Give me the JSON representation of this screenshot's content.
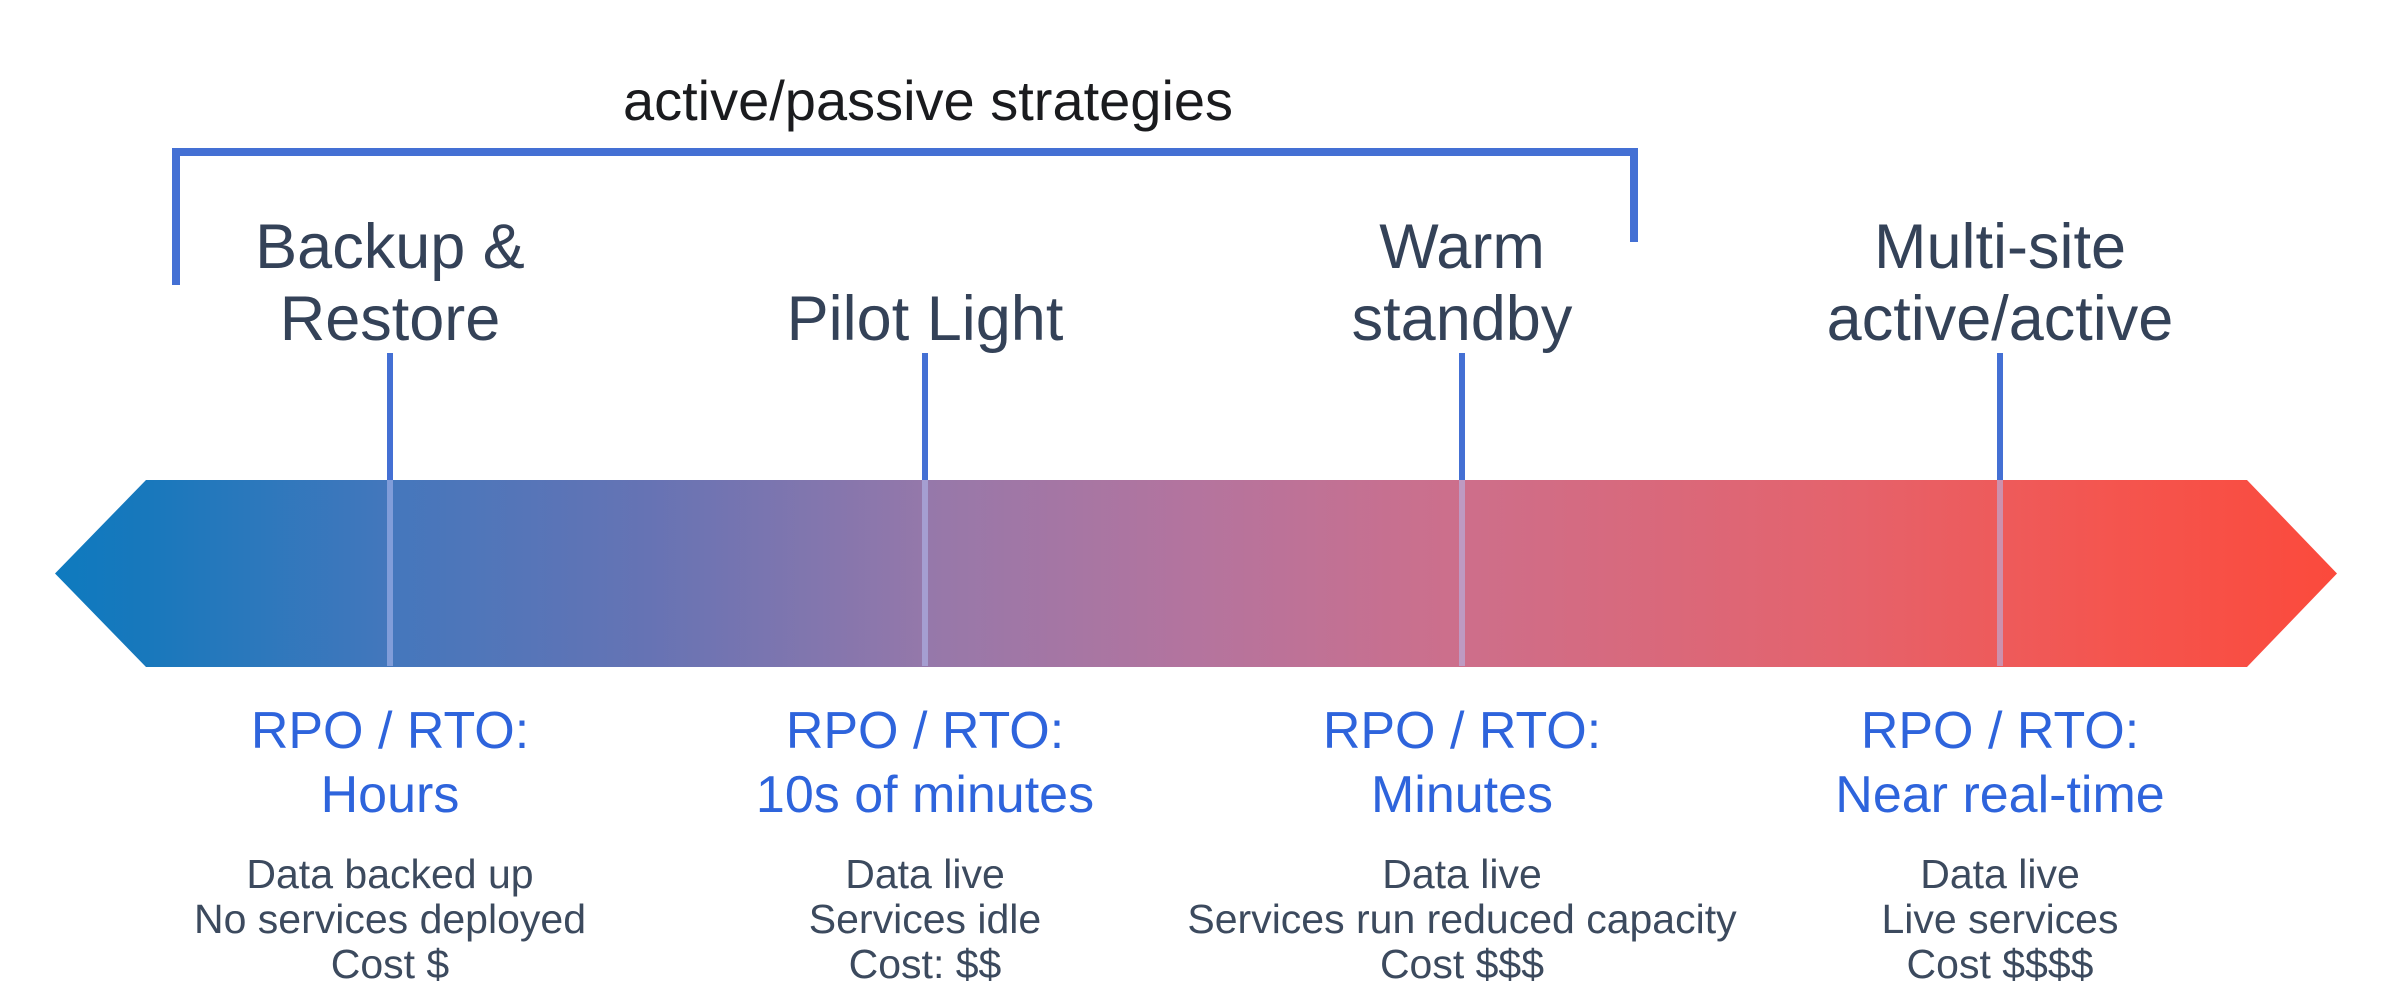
{
  "title": "active/passive strategies",
  "band": {
    "type": "double-headed-arrow",
    "gradient_stops": [
      "#0E7ABF",
      "#1878BC",
      "#4577BC",
      "#6673B4",
      "#9878A9",
      "#B4749E",
      "#CC6F8C",
      "#E4636D",
      "#F4554F",
      "#FB4A3C"
    ]
  },
  "colors": {
    "bracket_blue": "#4470D4",
    "connector_blue": "#4470D4",
    "strategy_label_navy": "#344258",
    "rpo_blue": "#2E64DC",
    "detail_navy": "#3C4A5E",
    "title_black": "#1A1B1E"
  },
  "strategies": [
    {
      "name": [
        "Backup &",
        "Restore"
      ],
      "rpo": [
        "RPO / RTO:",
        "Hours"
      ],
      "details": [
        "Data backed up",
        "No services deployed",
        "Cost $"
      ]
    },
    {
      "name": [
        "Pilot Light"
      ],
      "rpo": [
        "RPO / RTO:",
        "10s of minutes"
      ],
      "details": [
        "Data live",
        "Services idle",
        "Cost: $$"
      ]
    },
    {
      "name": [
        "Warm",
        "standby"
      ],
      "rpo": [
        "RPO / RTO:",
        "Minutes"
      ],
      "details": [
        "Data live",
        "Services run reduced capacity",
        "Cost $$$"
      ]
    },
    {
      "name": [
        "Multi-site",
        "active/active"
      ],
      "rpo": [
        "RPO / RTO:",
        "Near real-time"
      ],
      "details": [
        "Data live",
        "Live services",
        "Cost $$$$"
      ]
    }
  ]
}
